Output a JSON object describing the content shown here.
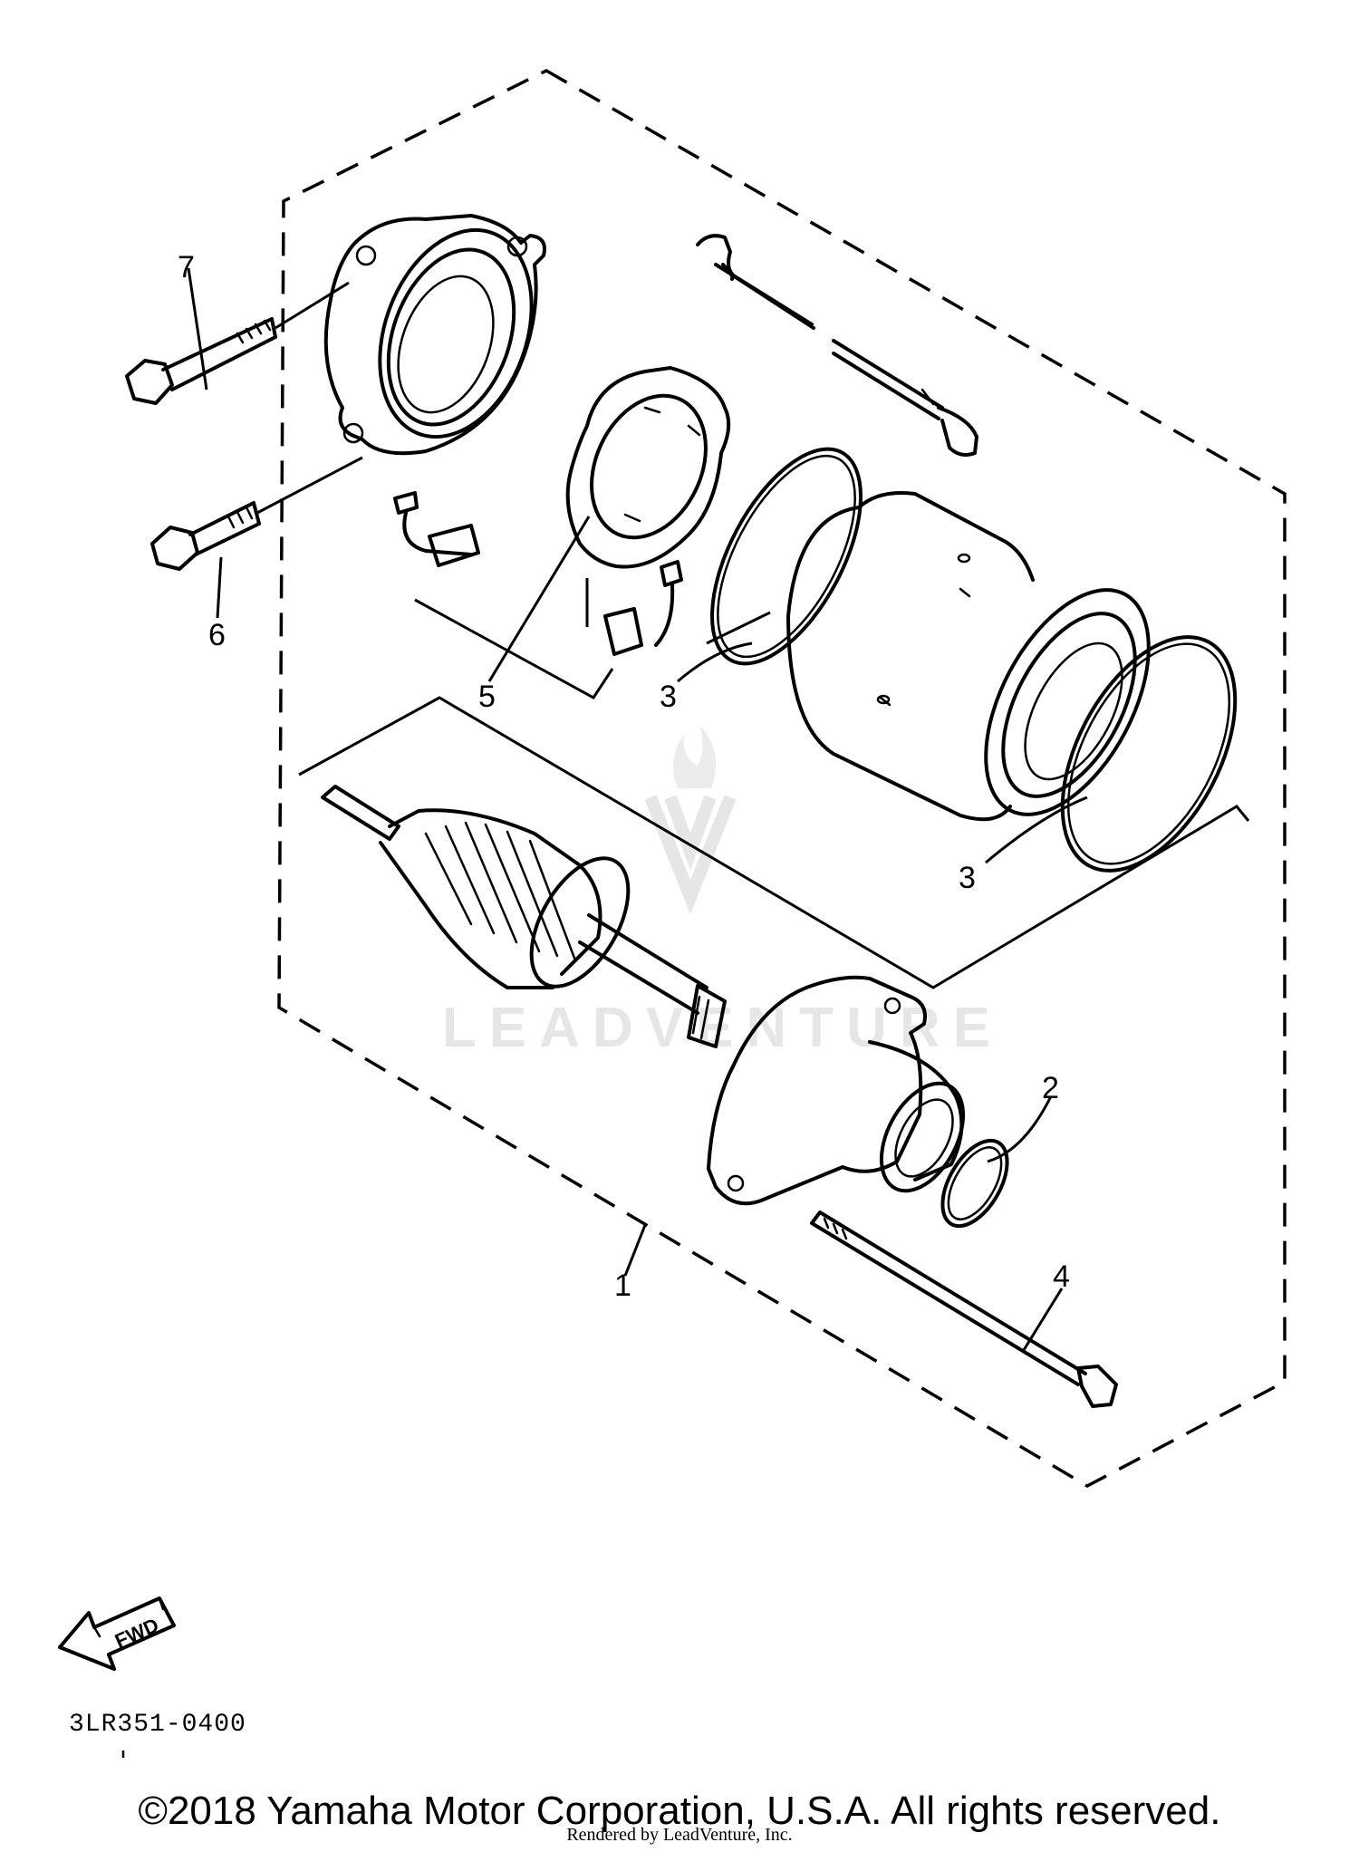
{
  "diagram": {
    "callouts": [
      {
        "id": "1",
        "label": "1"
      },
      {
        "id": "2",
        "label": "2"
      },
      {
        "id": "3a",
        "label": "3"
      },
      {
        "id": "3b",
        "label": "3"
      },
      {
        "id": "4",
        "label": "4"
      },
      {
        "id": "5",
        "label": "5"
      },
      {
        "id": "6",
        "label": "6"
      },
      {
        "id": "7",
        "label": "7"
      }
    ],
    "fwd_label": "FWD",
    "watermark": "LEADVENTURE",
    "diagram_code": "3LR351-0400"
  },
  "footer": {
    "copyright": "©2018 Yamaha Motor Corporation, U.S.A. All rights reserved.",
    "rendered_by": "Rendered by LeadVenture, Inc."
  },
  "colors": {
    "line": "#000000",
    "background": "#ffffff",
    "watermark": "#e6e6e6"
  }
}
